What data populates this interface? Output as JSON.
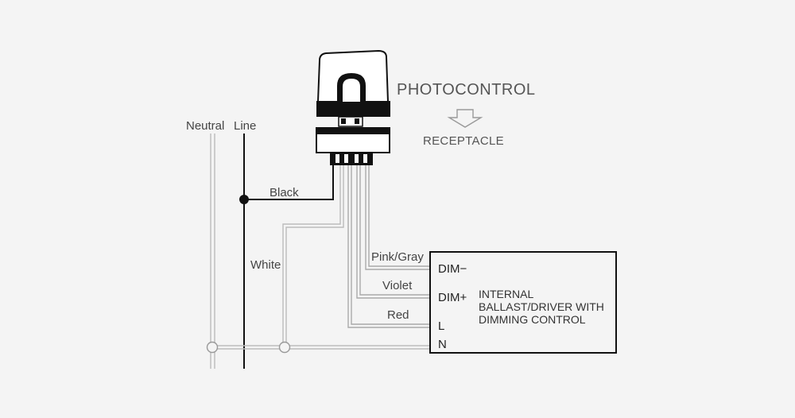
{
  "header": {
    "title": "PHOTOCONTROL",
    "subtitle": "RECEPTACLE"
  },
  "power_lines": {
    "neutral_label": "Neutral",
    "line_label": "Line"
  },
  "wires": [
    {
      "label": "Black",
      "color": "#111111"
    },
    {
      "label": "White",
      "color": "#bbbbbb"
    },
    {
      "label": "Pink/Gray",
      "color": "#aaaaaa"
    },
    {
      "label": "Violet",
      "color": "#aaaaaa"
    },
    {
      "label": "Red",
      "color": "#aaaaaa"
    }
  ],
  "driver": {
    "terminals": [
      "DIM−",
      "DIM+",
      "L",
      "N"
    ],
    "description": "INTERNAL\nBALLAST/DRIVER WITH\nDIMMING CONTROL"
  },
  "colors": {
    "background": "#f4f4f4",
    "line_wire": "#111111",
    "light_wire": "#bbbbbb",
    "arrow": "#999999"
  }
}
